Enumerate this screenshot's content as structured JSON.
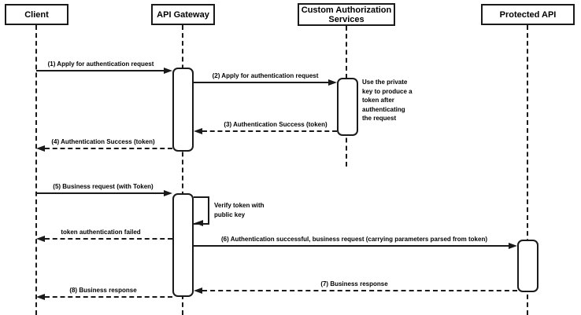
{
  "diagram": {
    "type": "sequence-diagram",
    "colors": {
      "stroke": "#1a1a1a",
      "text": "#000000",
      "background": "#ffffff"
    },
    "participants": {
      "client": "Client",
      "api_gateway": "API Gateway",
      "custom_auth": "Custom Authorization Services",
      "protected_api": "Protected API"
    },
    "messages": {
      "m1": {
        "label": "(1) Apply for authentication request",
        "from": "Client",
        "to": "API Gateway",
        "style": "solid"
      },
      "m2": {
        "label": "(2) Apply for authentication request",
        "from": "API Gateway",
        "to": "Custom Authorization Services",
        "style": "solid"
      },
      "m3": {
        "label": "(3) Authentication Success (token)",
        "from": "Custom Authorization Services",
        "to": "API Gateway",
        "style": "dashed"
      },
      "m4": {
        "label": "(4) Authentication Success (token)",
        "from": "API Gateway",
        "to": "Client",
        "style": "dashed"
      },
      "m5": {
        "label": "(5) Business request (with Token)",
        "from": "Client",
        "to": "API Gateway",
        "style": "solid"
      },
      "self_verify": {
        "label": "Verify token with public key",
        "from": "API Gateway",
        "to": "API Gateway",
        "style": "self"
      },
      "m_fail": {
        "label": "token authentication failed",
        "from": "API Gateway",
        "to": "Client",
        "style": "dashed"
      },
      "m6": {
        "label": "(6) Authentication successful, business request (carrying parameters parsed from token)",
        "from": "API Gateway",
        "to": "Protected API",
        "style": "solid"
      },
      "m7": {
        "label": "(7) Business response",
        "from": "Protected API",
        "to": "API Gateway",
        "style": "dashed"
      },
      "m8": {
        "label": "(8) Business response",
        "from": "API Gateway",
        "to": "Client",
        "style": "dashed"
      }
    },
    "notes": {
      "private_key": "Use the private key to produce a token after authenticating the request"
    }
  }
}
